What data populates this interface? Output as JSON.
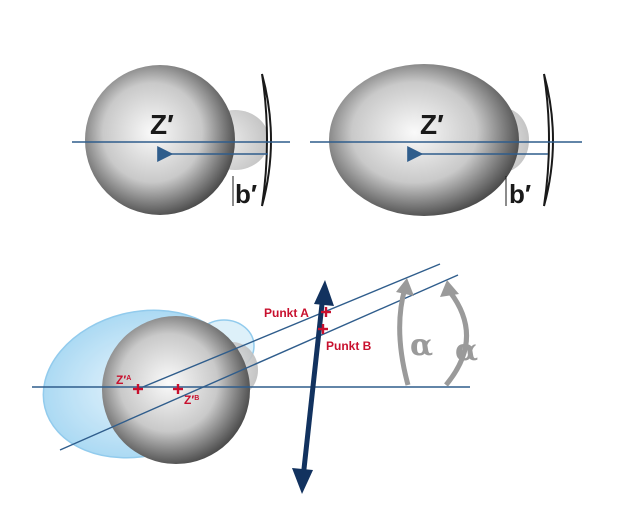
{
  "top_left": {
    "center_label": "Z′",
    "distance_label": "b′"
  },
  "top_right": {
    "center_label": "Z′",
    "distance_label": "b′"
  },
  "bottom": {
    "point_a_label": "Punkt A",
    "point_b_label": "Punkt B",
    "center_a_label": "Z′",
    "center_a_sub": "A",
    "center_b_label": "Z′",
    "center_b_sub": "B",
    "angle_label_1": "α",
    "angle_label_2": "α"
  },
  "colors": {
    "axis_line": "#2f5d8c",
    "red_marker": "#c8102e",
    "gray_arc": "#9a9a9a",
    "dark_arrow": "#12325f",
    "light_blue": "#a9d8f2"
  }
}
